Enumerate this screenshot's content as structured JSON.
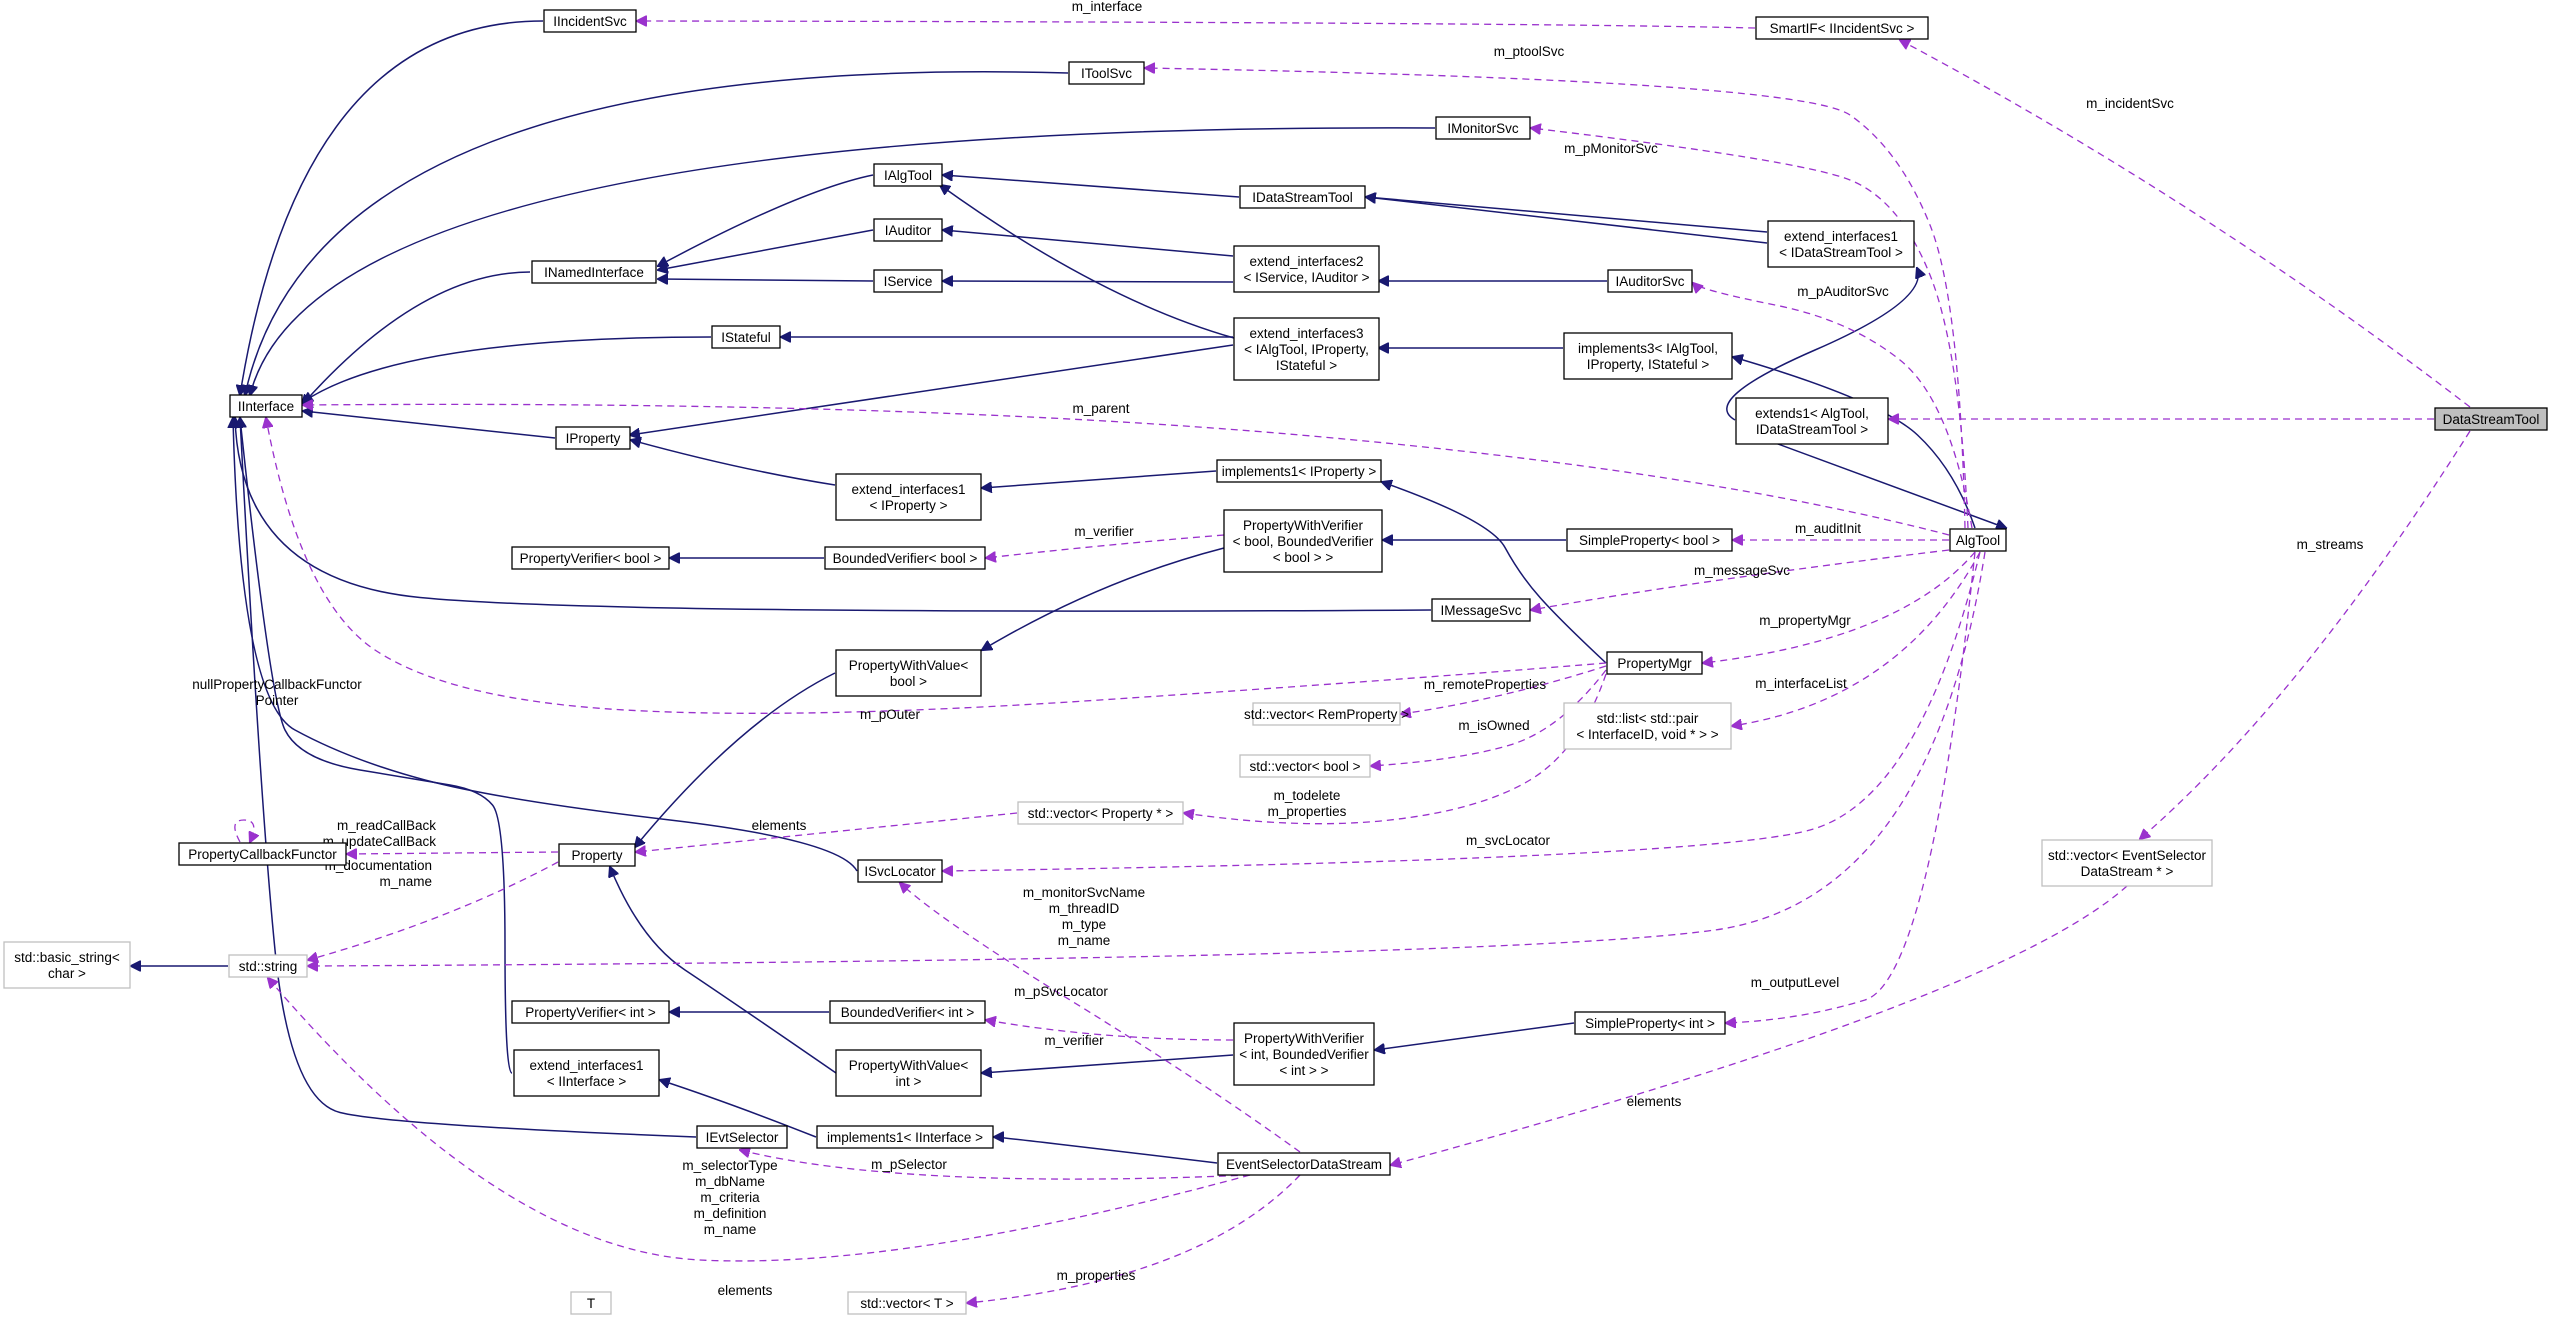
{
  "nodes": [
    {
      "id": "IIncidentSvc",
      "lines": [
        "IIncidentSvc"
      ],
      "style": "normal"
    },
    {
      "id": "SmartIF",
      "lines": [
        "SmartIF< IIncidentSvc >"
      ],
      "style": "normal"
    },
    {
      "id": "IToolSvc",
      "lines": [
        "IToolSvc"
      ],
      "style": "normal"
    },
    {
      "id": "IMonitorSvc",
      "lines": [
        "IMonitorSvc"
      ],
      "style": "normal"
    },
    {
      "id": "IAlgTool",
      "lines": [
        "IAlgTool"
      ],
      "style": "normal"
    },
    {
      "id": "IDataStreamTool",
      "lines": [
        "IDataStreamTool"
      ],
      "style": "normal"
    },
    {
      "id": "extIf1DST",
      "lines": [
        "extend_interfaces1",
        "< IDataStreamTool >"
      ],
      "style": "normal"
    },
    {
      "id": "IAuditor",
      "lines": [
        "IAuditor"
      ],
      "style": "normal"
    },
    {
      "id": "INamedInterface",
      "lines": [
        "INamedInterface"
      ],
      "style": "normal"
    },
    {
      "id": "IService",
      "lines": [
        "IService"
      ],
      "style": "normal"
    },
    {
      "id": "extIf2",
      "lines": [
        "extend_interfaces2",
        "< IService, IAuditor >"
      ],
      "style": "normal"
    },
    {
      "id": "IAuditorSvc",
      "lines": [
        "IAuditorSvc"
      ],
      "style": "normal"
    },
    {
      "id": "IStateful",
      "lines": [
        "IStateful"
      ],
      "style": "normal"
    },
    {
      "id": "extIf3",
      "lines": [
        "extend_interfaces3",
        "< IAlgTool, IProperty,",
        "IStateful >"
      ],
      "style": "normal"
    },
    {
      "id": "impl3",
      "lines": [
        "implements3< IAlgTool,",
        "IProperty, IStateful >"
      ],
      "style": "normal"
    },
    {
      "id": "IInterface",
      "lines": [
        "IInterface"
      ],
      "style": "normal"
    },
    {
      "id": "IProperty",
      "lines": [
        "IProperty"
      ],
      "style": "normal"
    },
    {
      "id": "extends1",
      "lines": [
        "extends1< AlgTool,",
        "IDataStreamTool >"
      ],
      "style": "normal"
    },
    {
      "id": "DataStreamTool",
      "lines": [
        "DataStreamTool"
      ],
      "style": "highlight"
    },
    {
      "id": "extIf1IProp",
      "lines": [
        "extend_interfaces1",
        "< IProperty >"
      ],
      "style": "normal"
    },
    {
      "id": "impl1IProp",
      "lines": [
        "implements1< IProperty >"
      ],
      "style": "normal"
    },
    {
      "id": "PVbool",
      "lines": [
        "PropertyVerifier< bool >"
      ],
      "style": "normal"
    },
    {
      "id": "BVbool",
      "lines": [
        "BoundedVerifier< bool >"
      ],
      "style": "normal"
    },
    {
      "id": "PWVbool",
      "lines": [
        "PropertyWithVerifier",
        "< bool, BoundedVerifier",
        "< bool > >"
      ],
      "style": "normal"
    },
    {
      "id": "SPbool",
      "lines": [
        "SimpleProperty< bool >"
      ],
      "style": "normal"
    },
    {
      "id": "AlgTool",
      "lines": [
        "AlgTool"
      ],
      "style": "normal"
    },
    {
      "id": "IMessageSvc",
      "lines": [
        "IMessageSvc"
      ],
      "style": "normal"
    },
    {
      "id": "PropertyMgr",
      "lines": [
        "PropertyMgr"
      ],
      "style": "normal"
    },
    {
      "id": "PWValbool",
      "lines": [
        "PropertyWithValue<",
        "bool >"
      ],
      "style": "normal"
    },
    {
      "id": "vecRem",
      "lines": [
        "std::vector< RemProperty >"
      ],
      "style": "external"
    },
    {
      "id": "listPair",
      "lines": [
        "std::list< std::pair",
        "< InterfaceID, void * > >"
      ],
      "style": "external"
    },
    {
      "id": "vecBool",
      "lines": [
        "std::vector< bool >"
      ],
      "style": "external"
    },
    {
      "id": "vecProp",
      "lines": [
        "std::vector< Property * >"
      ],
      "style": "external"
    },
    {
      "id": "PCF",
      "lines": [
        "PropertyCallbackFunctor"
      ],
      "style": "normal"
    },
    {
      "id": "Property",
      "lines": [
        "Property"
      ],
      "style": "normal"
    },
    {
      "id": "ISvcLocator",
      "lines": [
        "ISvcLocator"
      ],
      "style": "normal"
    },
    {
      "id": "vecESDS",
      "lines": [
        "std::vector< EventSelector",
        "DataStream * >"
      ],
      "style": "external"
    },
    {
      "id": "basicString",
      "lines": [
        "std::basic_string<",
        "char >"
      ],
      "style": "external"
    },
    {
      "id": "stdString",
      "lines": [
        "std::string"
      ],
      "style": "external"
    },
    {
      "id": "PVint",
      "lines": [
        "PropertyVerifier< int >"
      ],
      "style": "normal"
    },
    {
      "id": "BVint",
      "lines": [
        "BoundedVerifier< int >"
      ],
      "style": "normal"
    },
    {
      "id": "SPint",
      "lines": [
        "SimpleProperty< int >"
      ],
      "style": "normal"
    },
    {
      "id": "PWVint",
      "lines": [
        "PropertyWithVerifier",
        "< int, BoundedVerifier",
        "< int > >"
      ],
      "style": "normal"
    },
    {
      "id": "extIf1II",
      "lines": [
        "extend_interfaces1",
        "< IInterface >"
      ],
      "style": "normal"
    },
    {
      "id": "PWValint",
      "lines": [
        "PropertyWithValue<",
        "int >"
      ],
      "style": "normal"
    },
    {
      "id": "IEvtSelector",
      "lines": [
        "IEvtSelector"
      ],
      "style": "normal"
    },
    {
      "id": "impl1II",
      "lines": [
        "implements1< IInterface >"
      ],
      "style": "normal"
    },
    {
      "id": "ESDS",
      "lines": [
        "EventSelectorDataStream"
      ],
      "style": "normal"
    },
    {
      "id": "T",
      "lines": [
        "T"
      ],
      "style": "external"
    },
    {
      "id": "vecT",
      "lines": [
        "std::vector< T >"
      ],
      "style": "external"
    }
  ],
  "edges": [
    {
      "from": "INamedInterface",
      "to": "IInterface",
      "kind": "inheritance"
    },
    {
      "from": "IIncidentSvc",
      "to": "IInterface",
      "kind": "inheritance"
    },
    {
      "from": "IToolSvc",
      "to": "IInterface",
      "kind": "inheritance"
    },
    {
      "from": "IMonitorSvc",
      "to": "IInterface",
      "kind": "inheritance"
    },
    {
      "from": "IStateful",
      "to": "IInterface",
      "kind": "inheritance"
    },
    {
      "from": "IProperty",
      "to": "IInterface",
      "kind": "inheritance"
    },
    {
      "from": "IMessageSvc",
      "to": "IInterface",
      "kind": "inheritance"
    },
    {
      "from": "ISvcLocator",
      "to": "IInterface",
      "kind": "inheritance"
    },
    {
      "from": "extIf1II",
      "to": "IInterface",
      "kind": "inheritance"
    },
    {
      "from": "IEvtSelector",
      "to": "IInterface",
      "kind": "inheritance"
    },
    {
      "from": "IAlgTool",
      "to": "INamedInterface",
      "kind": "inheritance"
    },
    {
      "from": "IAuditor",
      "to": "INamedInterface",
      "kind": "inheritance"
    },
    {
      "from": "IService",
      "to": "INamedInterface",
      "kind": "inheritance"
    },
    {
      "from": "IDataStreamTool",
      "to": "IAlgTool",
      "kind": "inheritance"
    },
    {
      "from": "extIf3",
      "to": "IAlgTool",
      "kind": "inheritance"
    },
    {
      "from": "extIf2",
      "to": "IAuditor",
      "kind": "inheritance"
    },
    {
      "from": "extIf2",
      "to": "IService",
      "kind": "inheritance"
    },
    {
      "from": "extIf3",
      "to": "IStateful",
      "kind": "inheritance"
    },
    {
      "from": "extIf3",
      "to": "IProperty",
      "kind": "inheritance"
    },
    {
      "from": "extIf1IProp",
      "to": "IProperty",
      "kind": "inheritance"
    },
    {
      "from": "extIf1DST",
      "to": "IDataStreamTool",
      "kind": "inheritance"
    },
    {
      "from": "IAuditorSvc",
      "to": "extIf2",
      "kind": "inheritance"
    },
    {
      "from": "impl3",
      "to": "extIf3",
      "kind": "inheritance"
    },
    {
      "from": "impl1IProp",
      "to": "extIf1IProp",
      "kind": "inheritance"
    },
    {
      "from": "BVbool",
      "to": "PVbool",
      "kind": "inheritance"
    },
    {
      "from": "SPbool",
      "to": "PWVbool",
      "kind": "inheritance"
    },
    {
      "from": "PWVbool",
      "to": "PWValbool",
      "kind": "inheritance"
    },
    {
      "from": "PWValbool",
      "to": "Property",
      "kind": "inheritance"
    },
    {
      "from": "PWValint",
      "to": "Property",
      "kind": "inheritance"
    },
    {
      "from": "BVint",
      "to": "PVint",
      "kind": "inheritance"
    },
    {
      "from": "PWVint",
      "to": "PWValint",
      "kind": "inheritance"
    },
    {
      "from": "SPint",
      "to": "PWVint",
      "kind": "inheritance"
    },
    {
      "from": "impl1II",
      "to": "extIf1II",
      "kind": "inheritance"
    },
    {
      "from": "ESDS",
      "to": "impl1II",
      "kind": "inheritance"
    },
    {
      "from": "stdString",
      "to": "basicString",
      "kind": "inheritance"
    },
    {
      "from": "PropertyMgr",
      "to": "impl1IProp",
      "kind": "inheritance"
    },
    {
      "from": "AlgTool",
      "to": "impl3",
      "kind": "inheritance"
    },
    {
      "from": "extends1",
      "to": "extIf1DST",
      "kind": "inheritance"
    },
    {
      "from": "extends1",
      "to": "AlgTool",
      "kind": "inheritance"
    },
    {
      "from": "DataStreamTool",
      "to": "extends1",
      "kind": "inheritance"
    },
    {
      "from": "SmartIF",
      "to": "IIncidentSvc",
      "kind": "usage",
      "label": "m_interface"
    },
    {
      "from": "DataStreamTool",
      "to": "SmartIF",
      "kind": "usage",
      "label": "m_incidentSvc"
    },
    {
      "from": "AlgTool",
      "to": "IToolSvc",
      "kind": "usage",
      "label": "m_ptoolSvc"
    },
    {
      "from": "AlgTool",
      "to": "IMonitorSvc",
      "kind": "usage",
      "label": "m_pMonitorSvc"
    },
    {
      "from": "AlgTool",
      "to": "IAuditorSvc",
      "kind": "usage",
      "label": "m_pAuditorSvc"
    },
    {
      "from": "AlgTool",
      "to": "IInterface",
      "kind": "usage",
      "label": "m_parent"
    },
    {
      "from": "AlgTool",
      "to": "SPbool",
      "kind": "usage",
      "label": "m_auditInit"
    },
    {
      "from": "AlgTool",
      "to": "IMessageSvc",
      "kind": "usage",
      "label": "m_messageSvc"
    },
    {
      "from": "AlgTool",
      "to": "PropertyMgr",
      "kind": "usage",
      "label": "m_propertyMgr"
    },
    {
      "from": "AlgTool",
      "to": "listPair",
      "kind": "usage",
      "label": "m_interfaceList"
    },
    {
      "from": "AlgTool",
      "to": "ISvcLocator",
      "kind": "usage",
      "label": "m_svcLocator"
    },
    {
      "from": "AlgTool",
      "to": "stdString",
      "kind": "usage",
      "label": "m_monitorSvcName\nm_threadID\nm_type\nm_name"
    },
    {
      "from": "AlgTool",
      "to": "SPint",
      "kind": "usage",
      "label": "m_outputLevel"
    },
    {
      "from": "PWVbool",
      "to": "BVbool",
      "kind": "usage",
      "label": "m_verifier"
    },
    {
      "from": "PropertyMgr",
      "to": "IInterface",
      "kind": "usage",
      "label": "m_pOuter"
    },
    {
      "from": "PropertyMgr",
      "to": "vecRem",
      "kind": "usage",
      "label": "m_remoteProperties"
    },
    {
      "from": "PropertyMgr",
      "to": "vecBool",
      "kind": "usage",
      "label": "m_isOwned"
    },
    {
      "from": "PropertyMgr",
      "to": "vecProp",
      "kind": "usage",
      "label": "m_todelete\nm_properties"
    },
    {
      "from": "vecProp",
      "to": "Property",
      "kind": "usage",
      "label": "elements"
    },
    {
      "from": "PCF",
      "to": "PCF",
      "kind": "usage",
      "label": "nullPropertyCallbackFunctor\nPointer"
    },
    {
      "from": "Property",
      "to": "PCF",
      "kind": "usage",
      "label": "m_readCallBack\nm_updateCallBack"
    },
    {
      "from": "Property",
      "to": "stdString",
      "kind": "usage",
      "label": "m_documentation\nm_name"
    },
    {
      "from": "DataStreamTool",
      "to": "vecESDS",
      "kind": "usage",
      "label": "m_streams"
    },
    {
      "from": "vecESDS",
      "to": "ESDS",
      "kind": "usage",
      "label": "elements"
    },
    {
      "from": "ESDS",
      "to": "ISvcLocator",
      "kind": "usage",
      "label": "m_pSvcLocator"
    },
    {
      "from": "PWVint",
      "to": "BVint",
      "kind": "usage",
      "label": "m_verifier"
    },
    {
      "from": "ESDS",
      "to": "IEvtSelector",
      "kind": "usage",
      "label": "m_pSelector"
    },
    {
      "from": "ESDS",
      "to": "stdString",
      "kind": "usage",
      "label": "m_selectorType\nm_dbName\nm_criteria\nm_definition\nm_name"
    },
    {
      "from": "ESDS",
      "to": "vecT",
      "kind": "usage",
      "label": "m_properties"
    },
    {
      "from": "vecT",
      "to": "T",
      "kind": "usage",
      "label": "elements"
    }
  ],
  "colors": {
    "inheritance": "#191970",
    "usage": "#9a32cd",
    "external_border": "#bfbfbf",
    "highlight_fill": "#bfbfbf"
  }
}
